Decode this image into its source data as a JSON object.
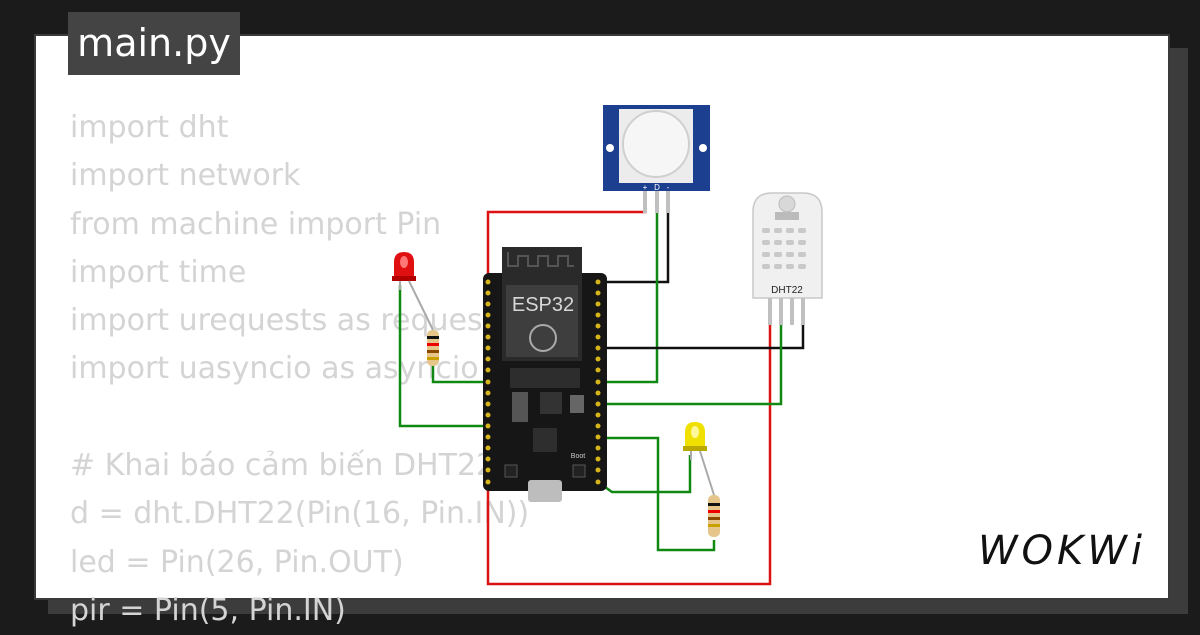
{
  "tab": {
    "label": "main.py"
  },
  "code_lines": [
    "import dht",
    "import network",
    "from machine import Pin",
    "import time",
    "import urequests as requests",
    "import uasyncio as asyncio",
    "",
    "# Khai báo cảm biến DHT22",
    "d = dht.DHT22(Pin(16, Pin.IN))",
    "led = Pin(26, Pin.OUT)",
    "pir = Pin(5, Pin.IN)"
  ],
  "components": {
    "esp32_label": "ESP32",
    "dht22_label": "DHT22",
    "pir_pins": [
      "+",
      "D",
      "-"
    ],
    "boot_label": "Boot"
  },
  "logo": {
    "text": "WOKWi"
  },
  "colors": {
    "wire_red": "#dd1111",
    "wire_green": "#118811",
    "wire_black": "#111111",
    "pir_blue": "#1d3f8f",
    "led_red": "#e01010",
    "led_yellow": "#f0e000"
  }
}
